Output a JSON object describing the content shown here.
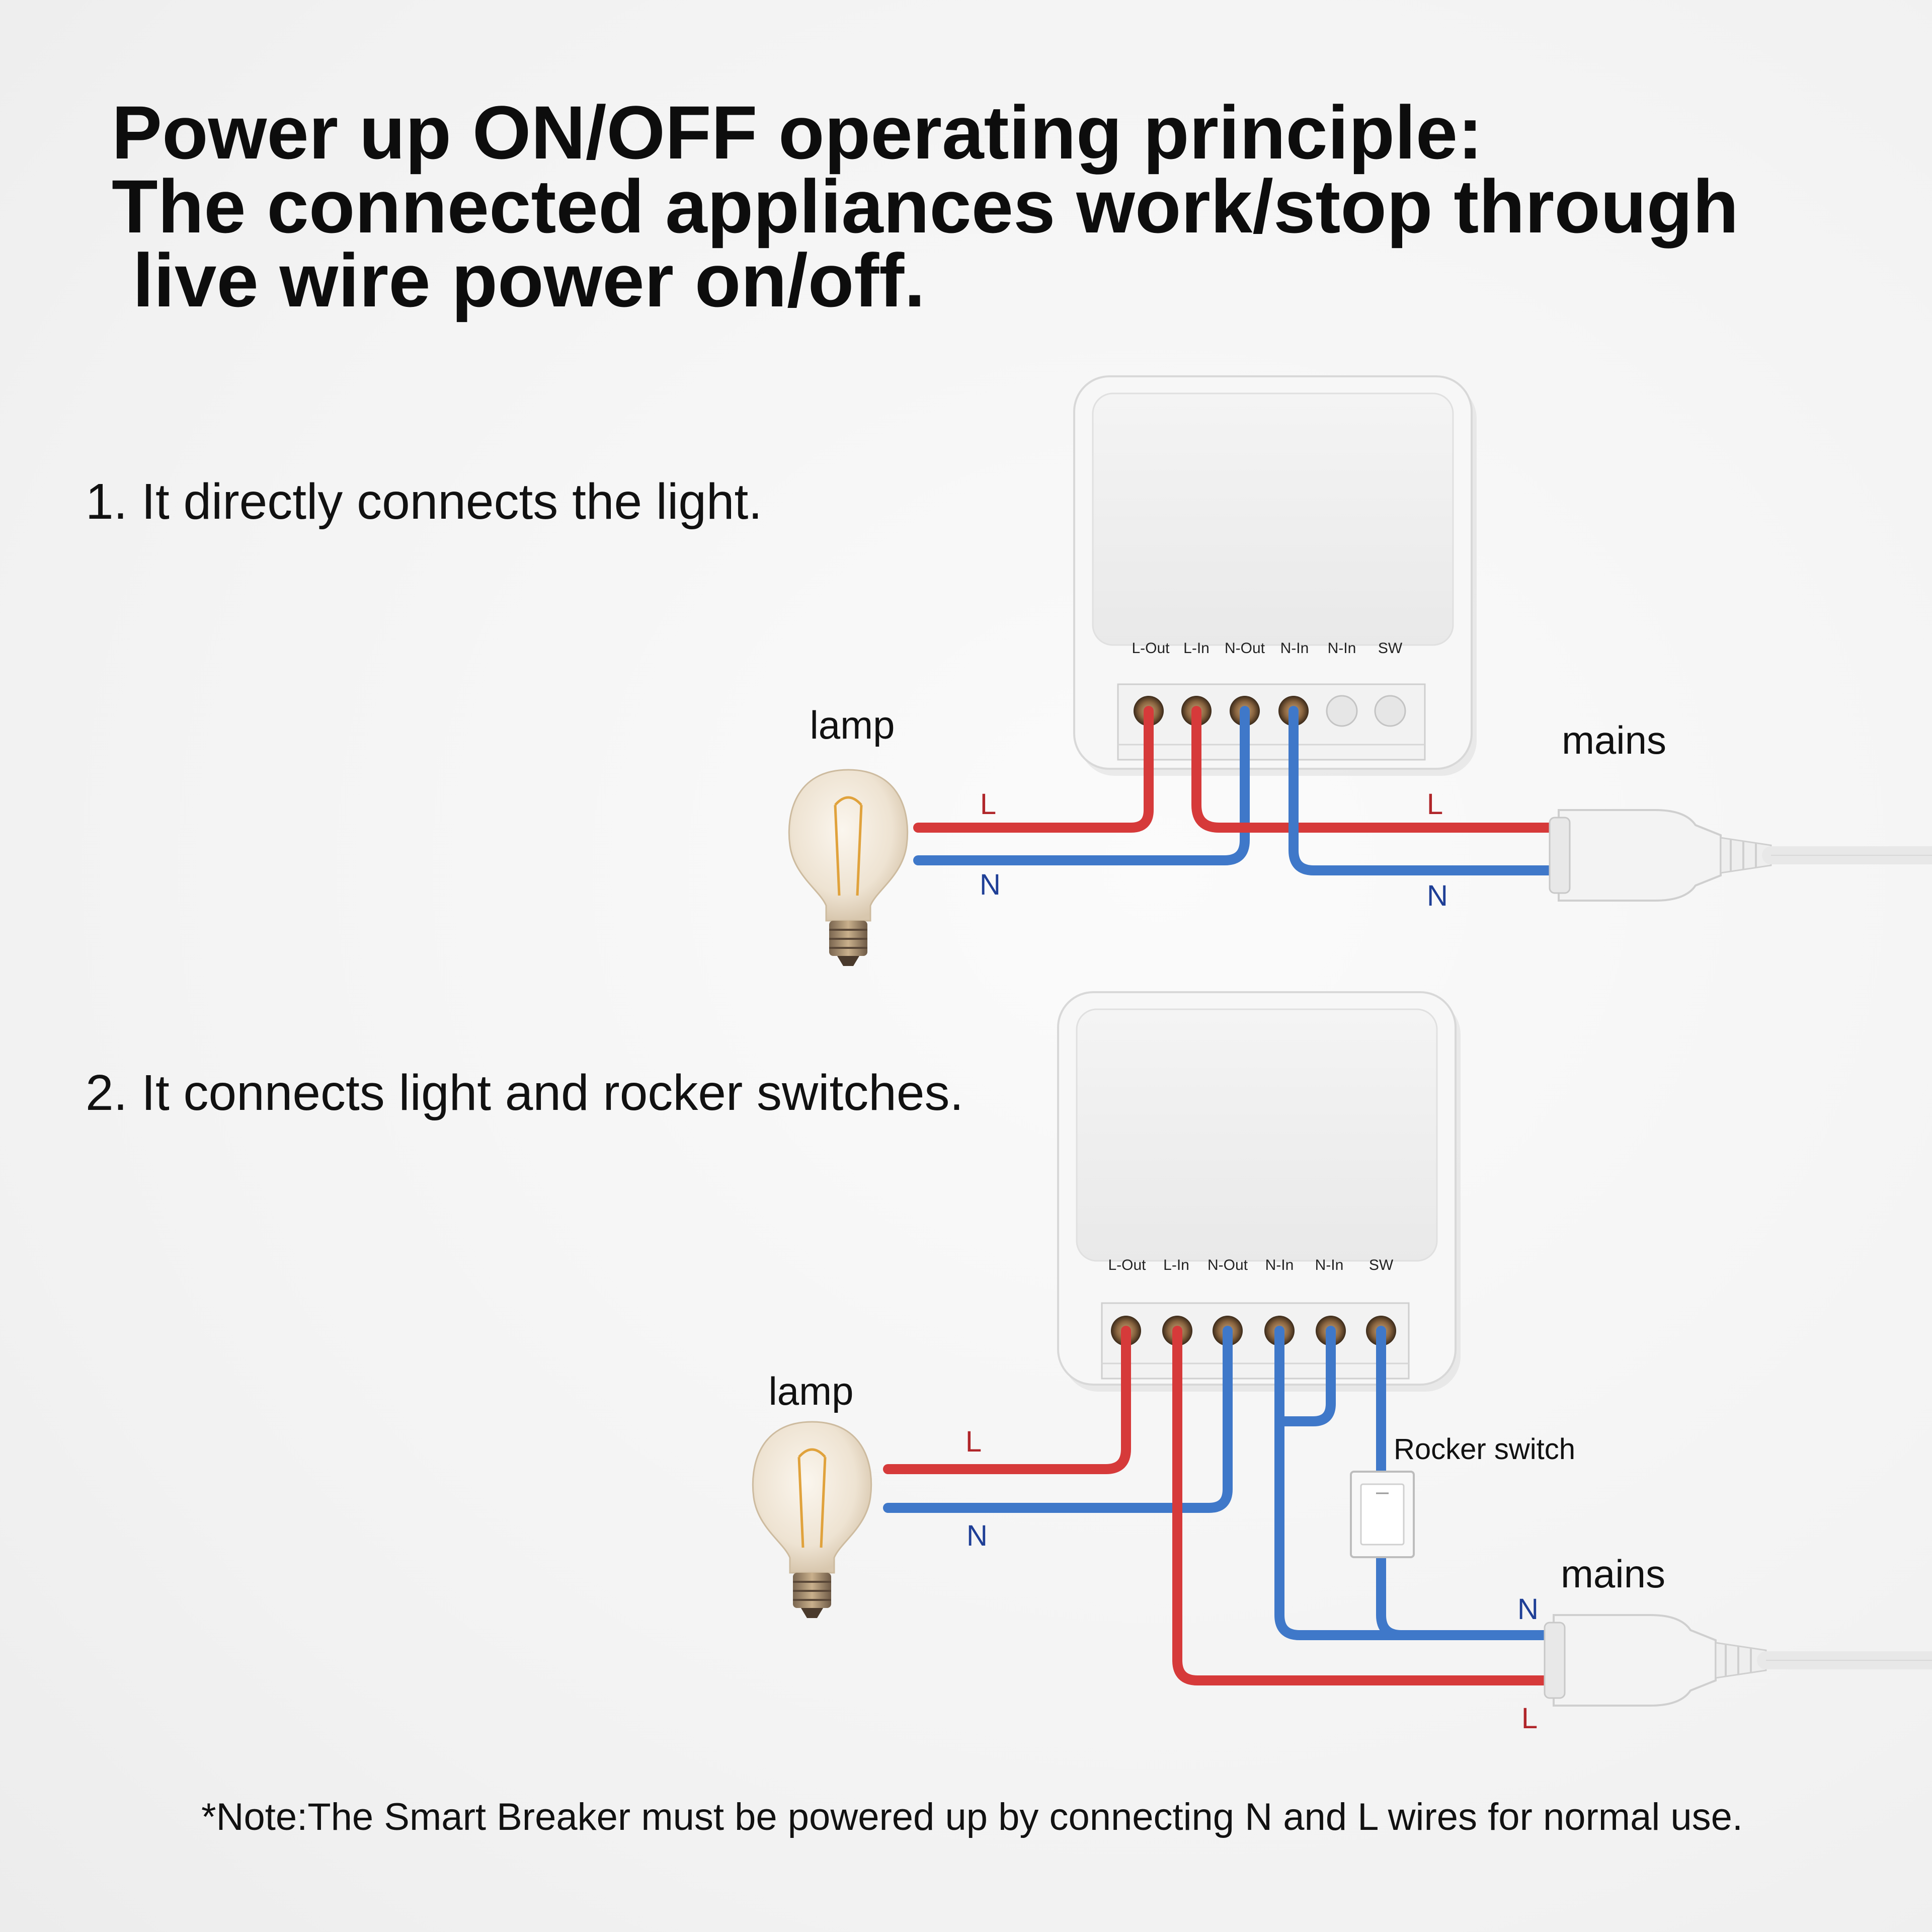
{
  "title": {
    "line1": "Power up ON/OFF operating principle:",
    "line2": "The connected appliances work/stop through",
    "line3": " live wire power on/off."
  },
  "steps": [
    {
      "text": "1. It directly connects the light."
    },
    {
      "text": "2. It connects light and rocker switches."
    }
  ],
  "terminals": [
    "L-Out",
    "L-In",
    "N-Out",
    "N-In",
    "N-In",
    "SW"
  ],
  "labels": {
    "lamp": "lamp",
    "mains": "mains",
    "live": "L",
    "neutral": "N",
    "rocker": "Rocker switch"
  },
  "note": "*Note:The Smart Breaker must be powered up by connecting N and L wires for normal use.",
  "colors": {
    "live_wire": "#d63a3a",
    "neutral_wire": "#3f78c9",
    "live_text": "#b0262a",
    "neutral_text": "#1f3f96"
  }
}
